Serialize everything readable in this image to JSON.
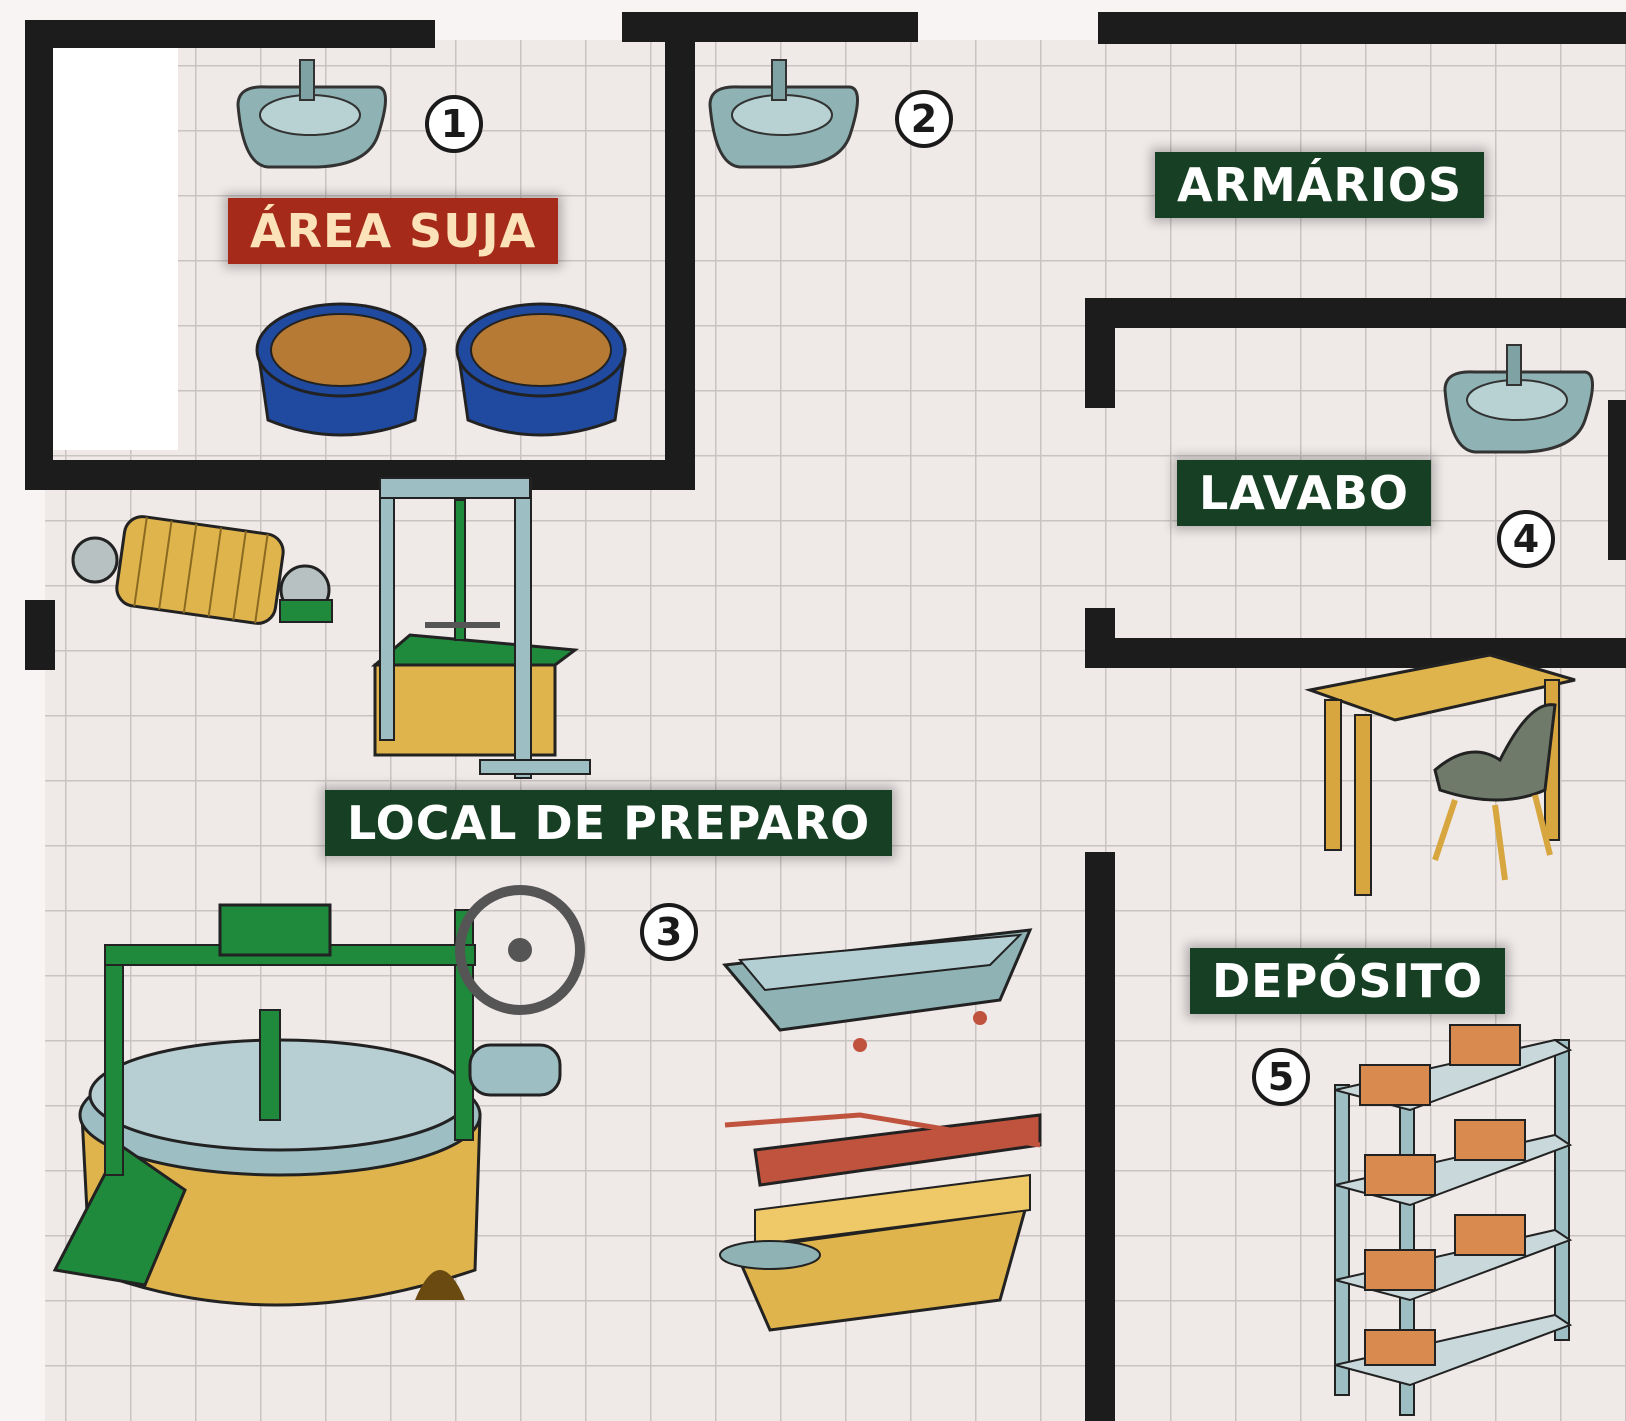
{
  "colors": {
    "floor": "#efe9e8",
    "grid": "#c9c4c2",
    "wall": "#1c1c1c",
    "label_green": "#163f23",
    "label_red": "#a52a1a",
    "sink": "#8fb3b5",
    "basin": "#1f4aa0",
    "machine_green": "#1f8a3c",
    "wood": "#e0b44c",
    "metal": "#9dbfc4",
    "rust": "#c0533d"
  },
  "rooms": {
    "dirty_area": "ÁREA SUJA",
    "lockers": "ARMÁRIOS",
    "washroom": "LAVABO",
    "prep_area": "LOCAL DE PREPARO",
    "storage": "DEPÓSITO"
  },
  "markers": [
    "1",
    "2",
    "3",
    "4",
    "5"
  ],
  "icons": {
    "sink": "sink-icon",
    "basin": "basin-icon",
    "grater": "grater-machine-icon",
    "press": "press-icon",
    "oven": "roasting-oven-icon",
    "trough": "trough-icon",
    "sieve": "sieve-trough-icon",
    "desk": "desk-icon",
    "chair": "chair-icon",
    "shelf": "shelf-with-boxes-icon"
  }
}
